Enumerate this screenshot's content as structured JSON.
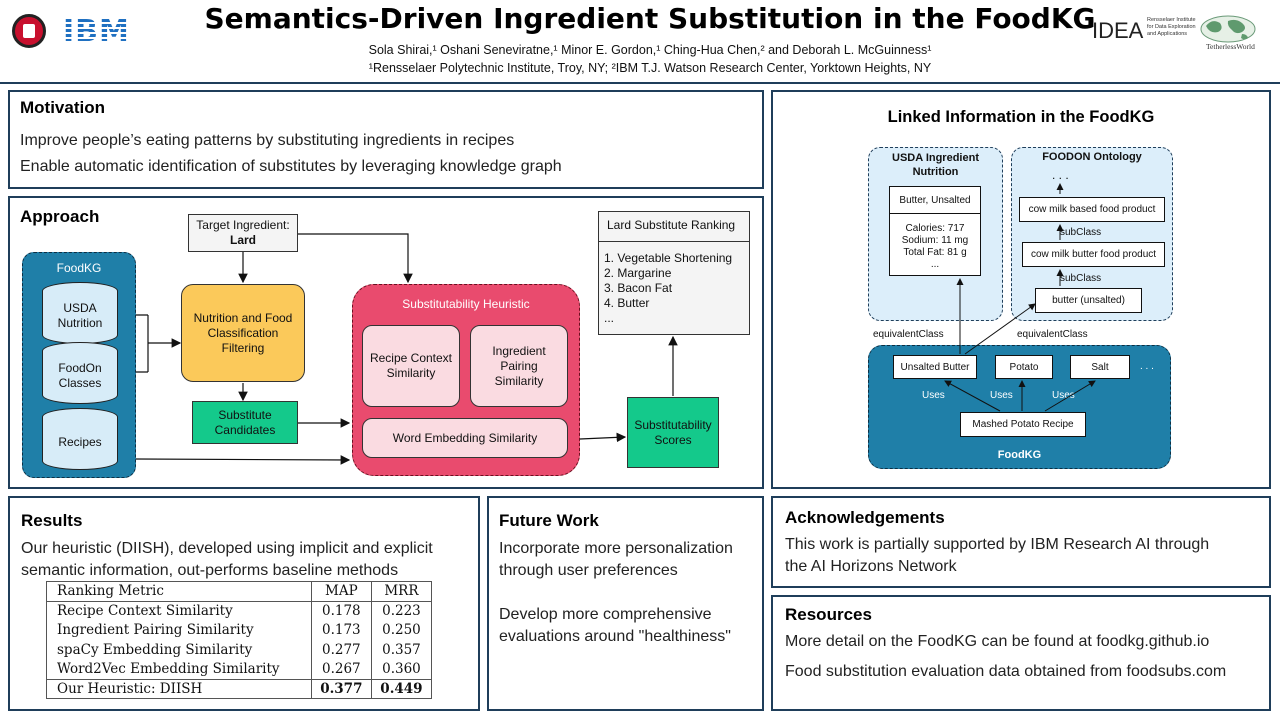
{
  "header": {
    "title": "Semantics-Driven Ingredient Substitution in the FoodKG",
    "authors": "Sola Shirai,¹ Oshani Seneviratne,¹ Minor E. Gordon,¹ Ching-Hua Chen,² and Deborah L. McGuinness¹",
    "affiliations": "¹Rensselaer Polytechnic Institute, Troy, NY; ²IBM T.J. Watson Research Center, Yorktown Heights, NY",
    "logo_ibm": "IBM",
    "logo_idea": "IDEA",
    "logo_idea_sub": "Rensselaer Institute for Data Exploration and Applications",
    "logo_tw": "TetherlessWorld"
  },
  "motivation": {
    "heading": "Motivation",
    "lines": [
      "Improve people’s eating patterns by substituting ingredients in recipes",
      "Enable automatic identification of substitutes by leveraging knowledge graph"
    ]
  },
  "approach": {
    "heading": "Approach",
    "target_label": "Target Ingredient:",
    "target_value": "Lard",
    "foodkg": "FoodKG",
    "usda": "USDA Nutrition",
    "foodon": "FoodOn Classes",
    "recipes": "Recipes",
    "filtering": "Nutrition and Food Classification Filtering",
    "candidates": "Substitute Candidates",
    "heuristic": "Substitutability Heuristic",
    "recipe_context": "Recipe Context Similarity",
    "ingredient_pairing": "Ingredient Pairing Similarity",
    "word_embedding": "Word Embedding Similarity",
    "scores": "Substitutability Scores",
    "ranking_title": "Lard Substitute Ranking",
    "ranking": [
      "1. Vegetable Shortening",
      "2. Margarine",
      "3. Bacon Fat",
      "4. Butter",
      "..."
    ]
  },
  "linked": {
    "heading": "Linked Information  in the FoodKG",
    "usda_title": "USDA Ingredient Nutrition",
    "butter_unsalted": "Butter, Unsalted",
    "nutrition": [
      "Calories: 717",
      "Sodium: 11 mg",
      "Total Fat: 81 g",
      "..."
    ],
    "foodon_title": "FOODON Ontology",
    "dots": ". . .",
    "cow_milk_based": "cow milk based food product",
    "subclass": "subClass",
    "cow_milk_butter": "cow milk butter food product",
    "butter_class": "butter (unsalted)",
    "equivalent": "equivalentClass",
    "unsalted_butter": "Unsalted Butter",
    "potato": "Potato",
    "salt": "Salt",
    "uses": "Uses",
    "mashed": "Mashed Potato Recipe",
    "foodkg": "FoodKG"
  },
  "results": {
    "heading": "Results",
    "lines": [
      "Our heuristic (DIISH), developed using implicit and explicit",
      "semantic information, out-performs baseline methods"
    ],
    "table_head": [
      "Ranking Metric",
      "MAP",
      "MRR"
    ],
    "rows": [
      [
        "Recipe Context Similarity",
        "0.178",
        "0.223"
      ],
      [
        "Ingredient Pairing Similarity",
        "0.173",
        "0.250"
      ],
      [
        "spaCy Embedding Similarity",
        "0.277",
        "0.357"
      ],
      [
        "Word2Vec Embedding Similarity",
        "0.267",
        "0.360"
      ],
      [
        "Our Heuristic:  DIISH",
        "0.377",
        "0.449"
      ]
    ]
  },
  "future": {
    "heading": "Future Work",
    "lines": [
      "Incorporate more personalization",
      "through user preferences",
      "Develop more comprehensive",
      "evaluations around \"healthiness\""
    ]
  },
  "ack": {
    "heading": "Acknowledgements",
    "lines": [
      "This work is partially supported by IBM Research AI through",
      "the AI Horizons Network"
    ]
  },
  "resources": {
    "heading": "Resources",
    "lines": [
      "More detail on the FoodKG can be found at foodkg.github.io",
      "Food substitution evaluation data obtained from foodsubs.com"
    ]
  }
}
